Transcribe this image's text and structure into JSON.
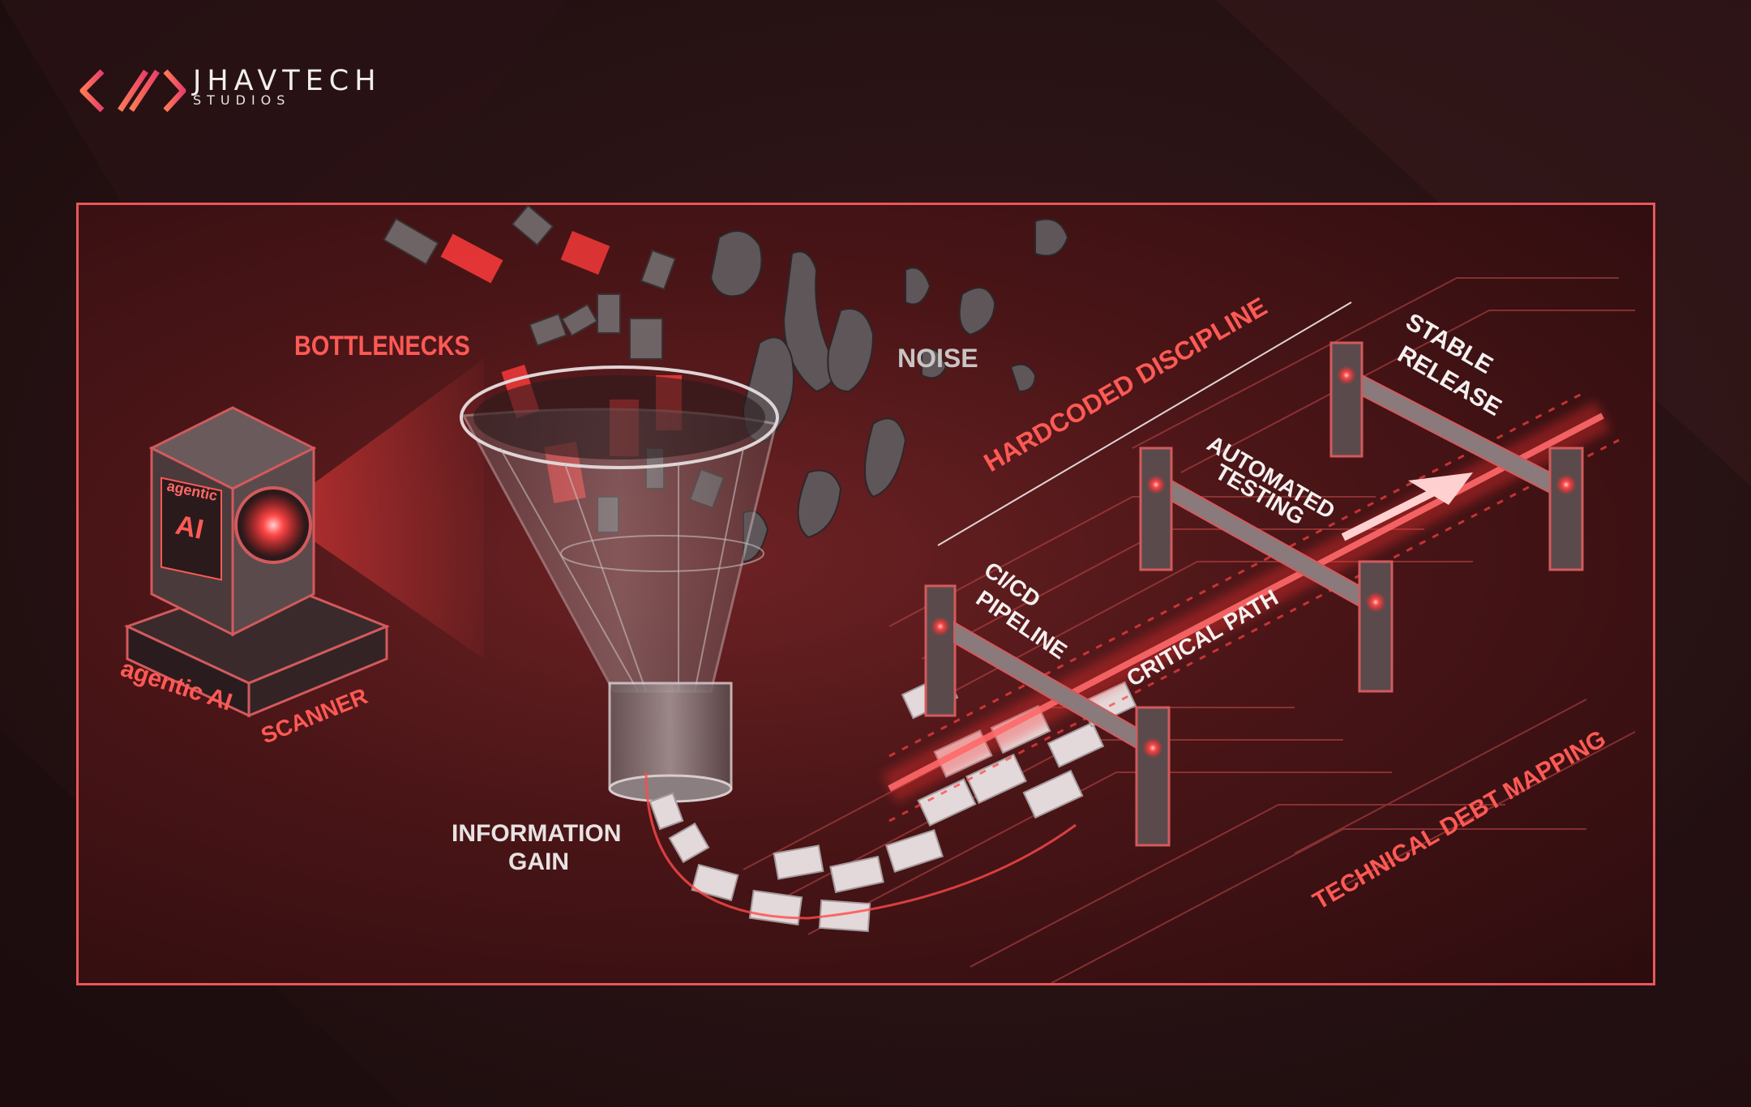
{
  "brand": {
    "name": "JHAVTECH",
    "sub": "STUDIOS",
    "accent": "#e8575a"
  },
  "diagram": {
    "labels": {
      "bottlenecks": "BOTTLENECKS",
      "noise": "NOISE",
      "scanner_screen_top": "agentic",
      "scanner_screen_ai": "AI",
      "scanner_left": "agentic AI",
      "scanner_right": "SCANNER",
      "information": "INFORMATION",
      "gain": "GAIN",
      "hardcoded": "HARDCODED DISCIPLINE",
      "automated": "AUTOMATED",
      "testing": "TESTING",
      "stable": "STABLE",
      "release": "RELEASE",
      "cicd": "CI/CD",
      "pipeline": "PIPELINE",
      "critical": "CRITICAL PATH",
      "techdebt": "TECHNICAL DEBT MAPPING"
    },
    "colors": {
      "glow": "#ff3b3b",
      "label_red": "#ff5a55",
      "label_grey": "#c9c4c4",
      "label_white": "#f4f0f0"
    }
  }
}
